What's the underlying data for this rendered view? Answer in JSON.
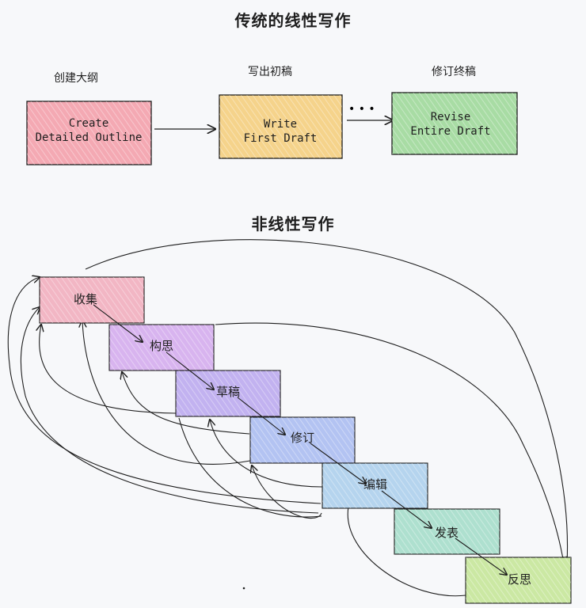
{
  "linear": {
    "title": "传统的线性写作",
    "steps": [
      {
        "label": "创建大纲",
        "box_lines": [
          "Create",
          "Detailed Outline"
        ],
        "color": "#f4a9b3"
      },
      {
        "label": "写出初稿",
        "box_lines": [
          "Write",
          "First Draft"
        ],
        "color": "#f5d38b"
      },
      {
        "label": "修订终稿",
        "box_lines": [
          "Revise",
          "Entire Draft"
        ],
        "color": "#a8dca4"
      }
    ],
    "ellipsis": "• • •"
  },
  "nonlinear": {
    "title": "非线性写作",
    "steps": [
      {
        "label": "收集",
        "color": "#f2b6c4"
      },
      {
        "label": "构思",
        "color": "#d8b4ef"
      },
      {
        "label": "草稿",
        "color": "#c2b2f0"
      },
      {
        "label": "修订",
        "color": "#b3c3f2"
      },
      {
        "label": "编辑",
        "color": "#b5d4ee"
      },
      {
        "label": "发表",
        "color": "#aee0cf"
      },
      {
        "label": "反思",
        "color": "#cbe8a3"
      }
    ]
  }
}
